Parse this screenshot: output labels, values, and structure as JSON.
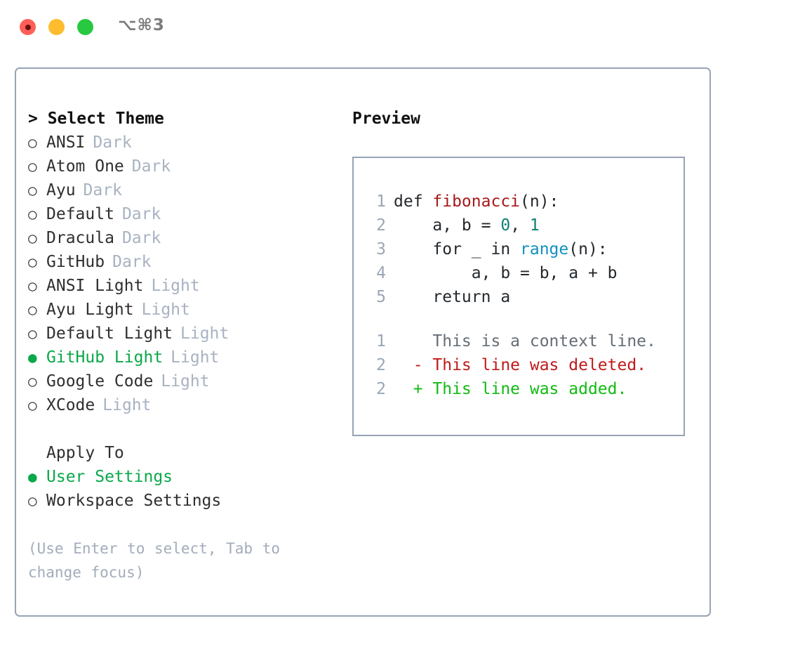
{
  "titlebar": {
    "shortcut": "⌥⌘3",
    "buttons": [
      {
        "name": "close",
        "color": "#ff5f57"
      },
      {
        "name": "minimize",
        "color": "#febc2e"
      },
      {
        "name": "maximize",
        "color": "#28c840"
      }
    ]
  },
  "colors": {
    "selected_green": "#0aa84a",
    "muted_tag": "#a8b2c1",
    "border": "#97a3b6",
    "hint": "#a2acbb",
    "lineno": "#9ba6b5",
    "syntax_function": "#a8191b",
    "syntax_number": "#0e8074",
    "syntax_builtin": "#1190c0",
    "diff_context": "#656d76",
    "diff_deleted": "#c01a1a",
    "diff_added": "#11bb11"
  },
  "theme_picker": {
    "title": "> Select Theme",
    "bullet_unselected": "○",
    "bullet_selected": "●",
    "items": [
      {
        "label": "ANSI",
        "tag": "Dark",
        "selected": false
      },
      {
        "label": "Atom One",
        "tag": "Dark",
        "selected": false
      },
      {
        "label": "Ayu",
        "tag": "Dark",
        "selected": false
      },
      {
        "label": "Default",
        "tag": "Dark",
        "selected": false
      },
      {
        "label": "Dracula",
        "tag": "Dark",
        "selected": false
      },
      {
        "label": "GitHub",
        "tag": "Dark",
        "selected": false
      },
      {
        "label": "ANSI Light",
        "tag": "Light",
        "selected": false
      },
      {
        "label": "Ayu Light",
        "tag": "Light",
        "selected": false
      },
      {
        "label": "Default Light",
        "tag": "Light",
        "selected": false
      },
      {
        "label": "GitHub Light",
        "tag": "Light",
        "selected": true
      },
      {
        "label": "Google Code",
        "tag": "Light",
        "selected": false
      },
      {
        "label": "XCode",
        "tag": "Light",
        "selected": false
      }
    ]
  },
  "apply_to": {
    "title": "Apply To",
    "items": [
      {
        "label": "User Settings",
        "selected": true
      },
      {
        "label": "Workspace Settings",
        "selected": false
      }
    ]
  },
  "hint": "(Use Enter to select, Tab to change focus)",
  "preview": {
    "title": "Preview",
    "code_lines": [
      {
        "lineno": "1",
        "tokens": [
          {
            "text": "def ",
            "type": "kw"
          },
          {
            "text": "fibonacci",
            "type": "fn"
          },
          {
            "text": "(n):",
            "type": "plain"
          }
        ]
      },
      {
        "lineno": "2",
        "tokens": [
          {
            "text": "    a, b = ",
            "type": "plain"
          },
          {
            "text": "0",
            "type": "num"
          },
          {
            "text": ", ",
            "type": "plain"
          },
          {
            "text": "1",
            "type": "num"
          }
        ]
      },
      {
        "lineno": "3",
        "tokens": [
          {
            "text": "    for _ in ",
            "type": "plain"
          },
          {
            "text": "range",
            "type": "built"
          },
          {
            "text": "(n):",
            "type": "plain"
          }
        ]
      },
      {
        "lineno": "4",
        "tokens": [
          {
            "text": "        a, b = b, a + b",
            "type": "plain"
          }
        ]
      },
      {
        "lineno": "5",
        "tokens": [
          {
            "text": "    return a",
            "type": "plain"
          }
        ]
      }
    ],
    "diff_lines": [
      {
        "lineno": "1",
        "marker": " ",
        "text": "This is a context line.",
        "type": "ctx"
      },
      {
        "lineno": "2",
        "marker": "-",
        "text": "This line was deleted.",
        "type": "del"
      },
      {
        "lineno": "2",
        "marker": "+",
        "text": "This line was added.",
        "type": "add"
      }
    ]
  }
}
